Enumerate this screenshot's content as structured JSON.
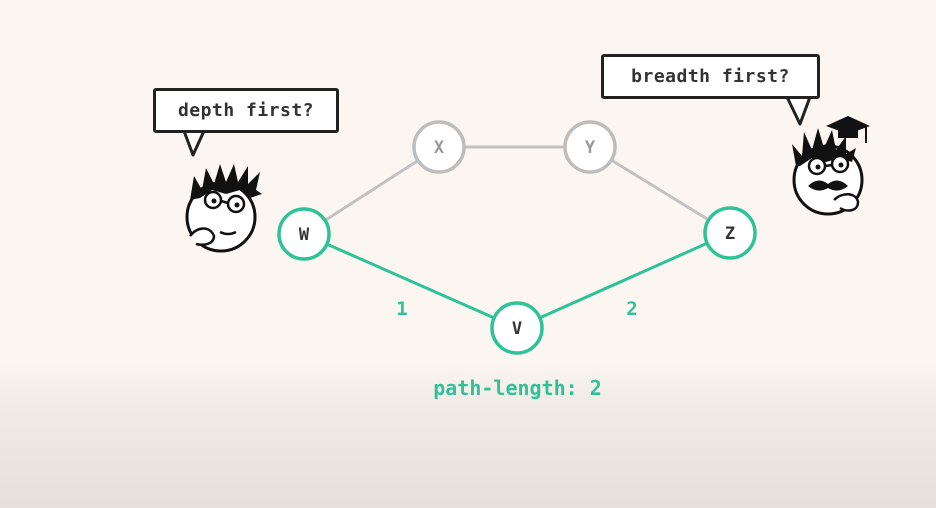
{
  "colors": {
    "accent": "#2ec397",
    "gray_node": "#bdbdbd",
    "gray_edge": "#c2c2c2",
    "text": "#333333",
    "background": "#fcf6f2"
  },
  "speech": {
    "left": "depth first?",
    "right": "breadth first?"
  },
  "graph": {
    "nodes": [
      {
        "id": "W",
        "highlighted": true
      },
      {
        "id": "X",
        "highlighted": false
      },
      {
        "id": "Y",
        "highlighted": false
      },
      {
        "id": "Z",
        "highlighted": true
      },
      {
        "id": "V",
        "highlighted": true
      }
    ],
    "edges": [
      {
        "from": "W",
        "to": "X",
        "highlighted": false,
        "weight": ""
      },
      {
        "from": "X",
        "to": "Y",
        "highlighted": false,
        "weight": ""
      },
      {
        "from": "Y",
        "to": "Z",
        "highlighted": false,
        "weight": ""
      },
      {
        "from": "W",
        "to": "V",
        "highlighted": true,
        "weight": "1"
      },
      {
        "from": "V",
        "to": "Z",
        "highlighted": true,
        "weight": "2"
      }
    ]
  },
  "path_length_label": "path-length: 2",
  "characters": {
    "left": "thinking-character-icon",
    "right": "graduate-character-icon"
  }
}
